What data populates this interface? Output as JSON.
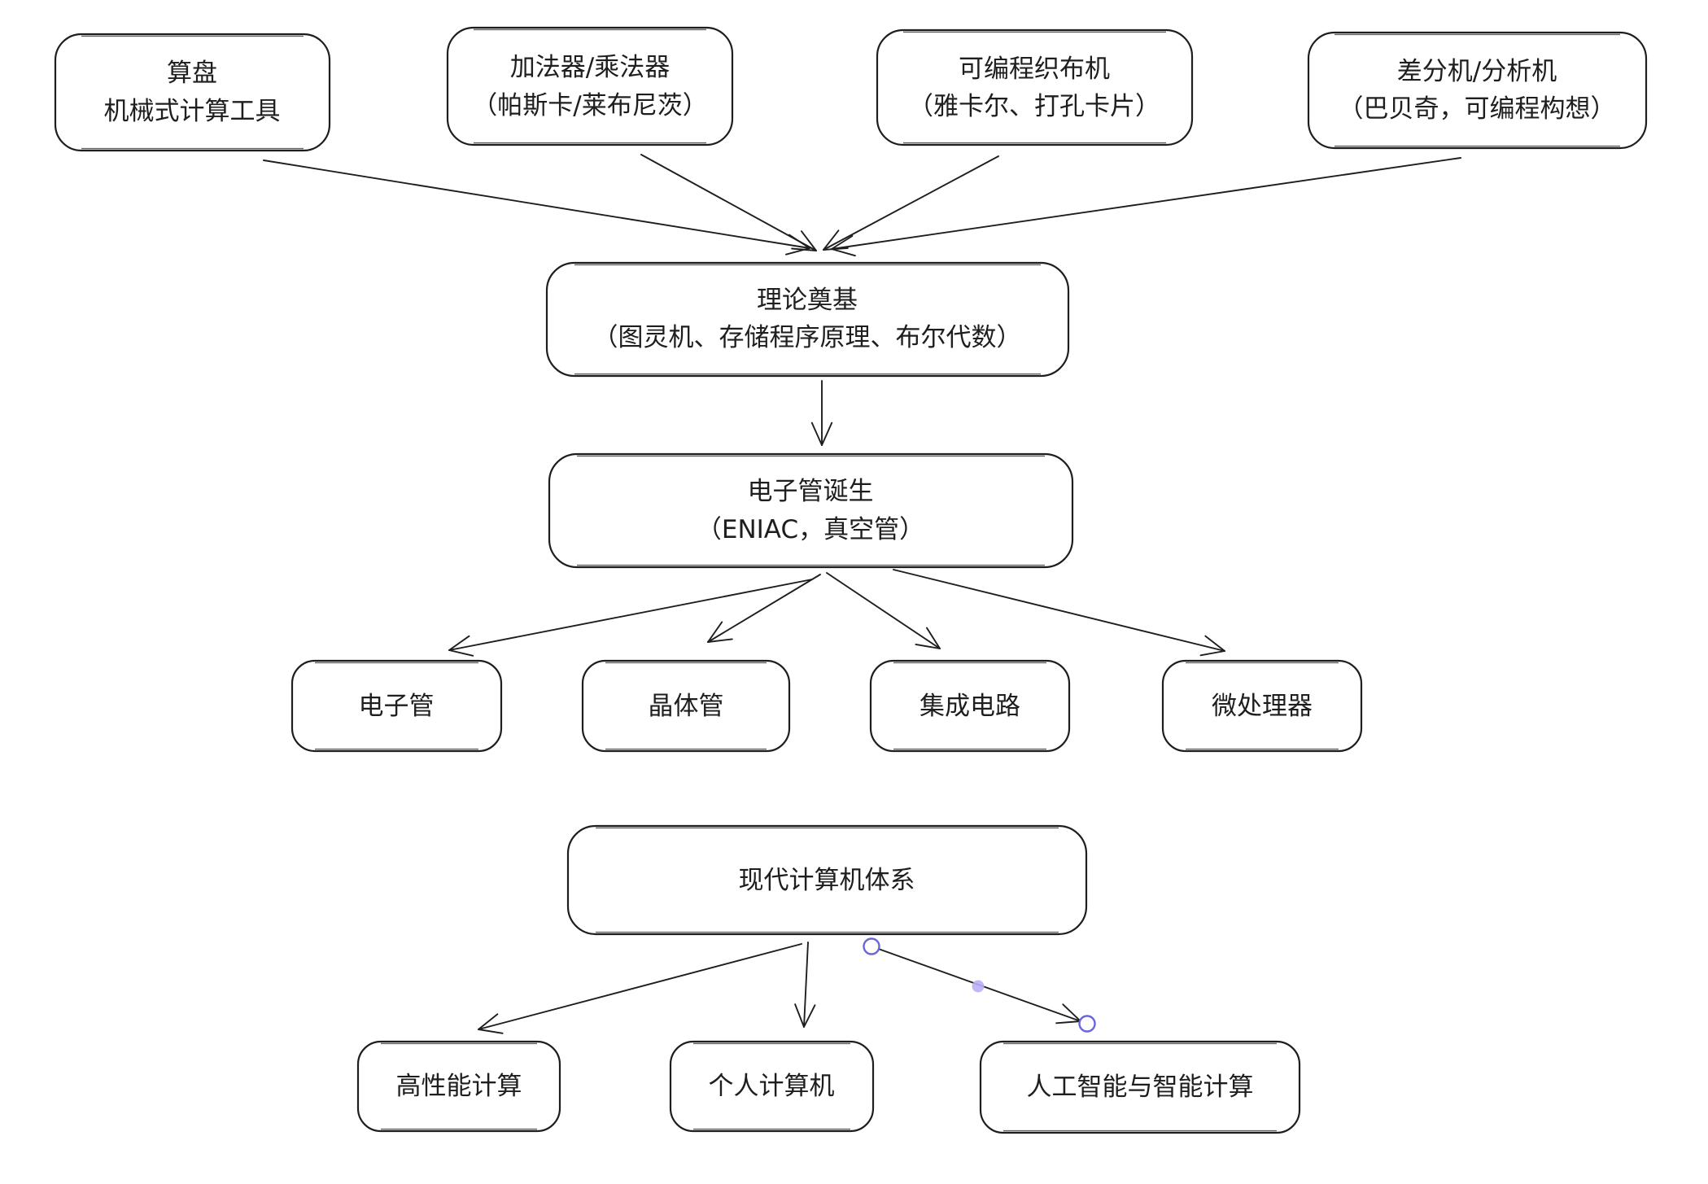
{
  "app": {
    "kind": "whiteboard-flowchart",
    "background": "#ffffff",
    "stroke_color": "#1e1e1e",
    "selection_accent": "#6965db",
    "midpoint_handle_color": "#b9b0f5"
  },
  "nodes": {
    "abacus": {
      "line1": "算盘",
      "line2": "机械式计算工具"
    },
    "adder": {
      "line1": "加法器/乘法器",
      "line2": "（帕斯卡/莱布尼茨）"
    },
    "loom": {
      "line1": "可编程织布机",
      "line2": "（雅卡尔、打孔卡片）"
    },
    "difference_engine": {
      "line1": "差分机/分析机",
      "line2": "（巴贝奇，可编程构想）"
    },
    "theory": {
      "line1": "理论奠基",
      "line2": "（图灵机、存储程序原理、布尔代数）"
    },
    "vacuum_tube_birth": {
      "line1": "电子管诞生",
      "line2": "（ENIAC，真空管）"
    },
    "vacuum_tube": {
      "label": "电子管"
    },
    "transistor": {
      "label": "晶体管"
    },
    "integrated_circuit": {
      "label": "集成电路"
    },
    "microprocessor": {
      "label": "微处理器"
    },
    "modern_computer": {
      "label": "现代计算机体系"
    },
    "hpc": {
      "label": "高性能计算"
    },
    "pc": {
      "label": "个人计算机"
    },
    "ai": {
      "label": "人工智能与智能计算"
    }
  },
  "edges": [
    {
      "from": "abacus",
      "to": "theory",
      "selected": false
    },
    {
      "from": "adder",
      "to": "theory",
      "selected": false
    },
    {
      "from": "loom",
      "to": "theory",
      "selected": false
    },
    {
      "from": "difference_engine",
      "to": "theory",
      "selected": false
    },
    {
      "from": "theory",
      "to": "vacuum_tube_birth",
      "selected": false
    },
    {
      "from": "vacuum_tube_birth",
      "to": "vacuum_tube",
      "selected": false
    },
    {
      "from": "vacuum_tube_birth",
      "to": "transistor",
      "selected": false
    },
    {
      "from": "vacuum_tube_birth",
      "to": "integrated_circuit",
      "selected": false
    },
    {
      "from": "vacuum_tube_birth",
      "to": "microprocessor",
      "selected": false
    },
    {
      "from": "modern_computer",
      "to": "hpc",
      "selected": false
    },
    {
      "from": "modern_computer",
      "to": "pc",
      "selected": false
    },
    {
      "from": "modern_computer",
      "to": "ai",
      "selected": true
    }
  ]
}
